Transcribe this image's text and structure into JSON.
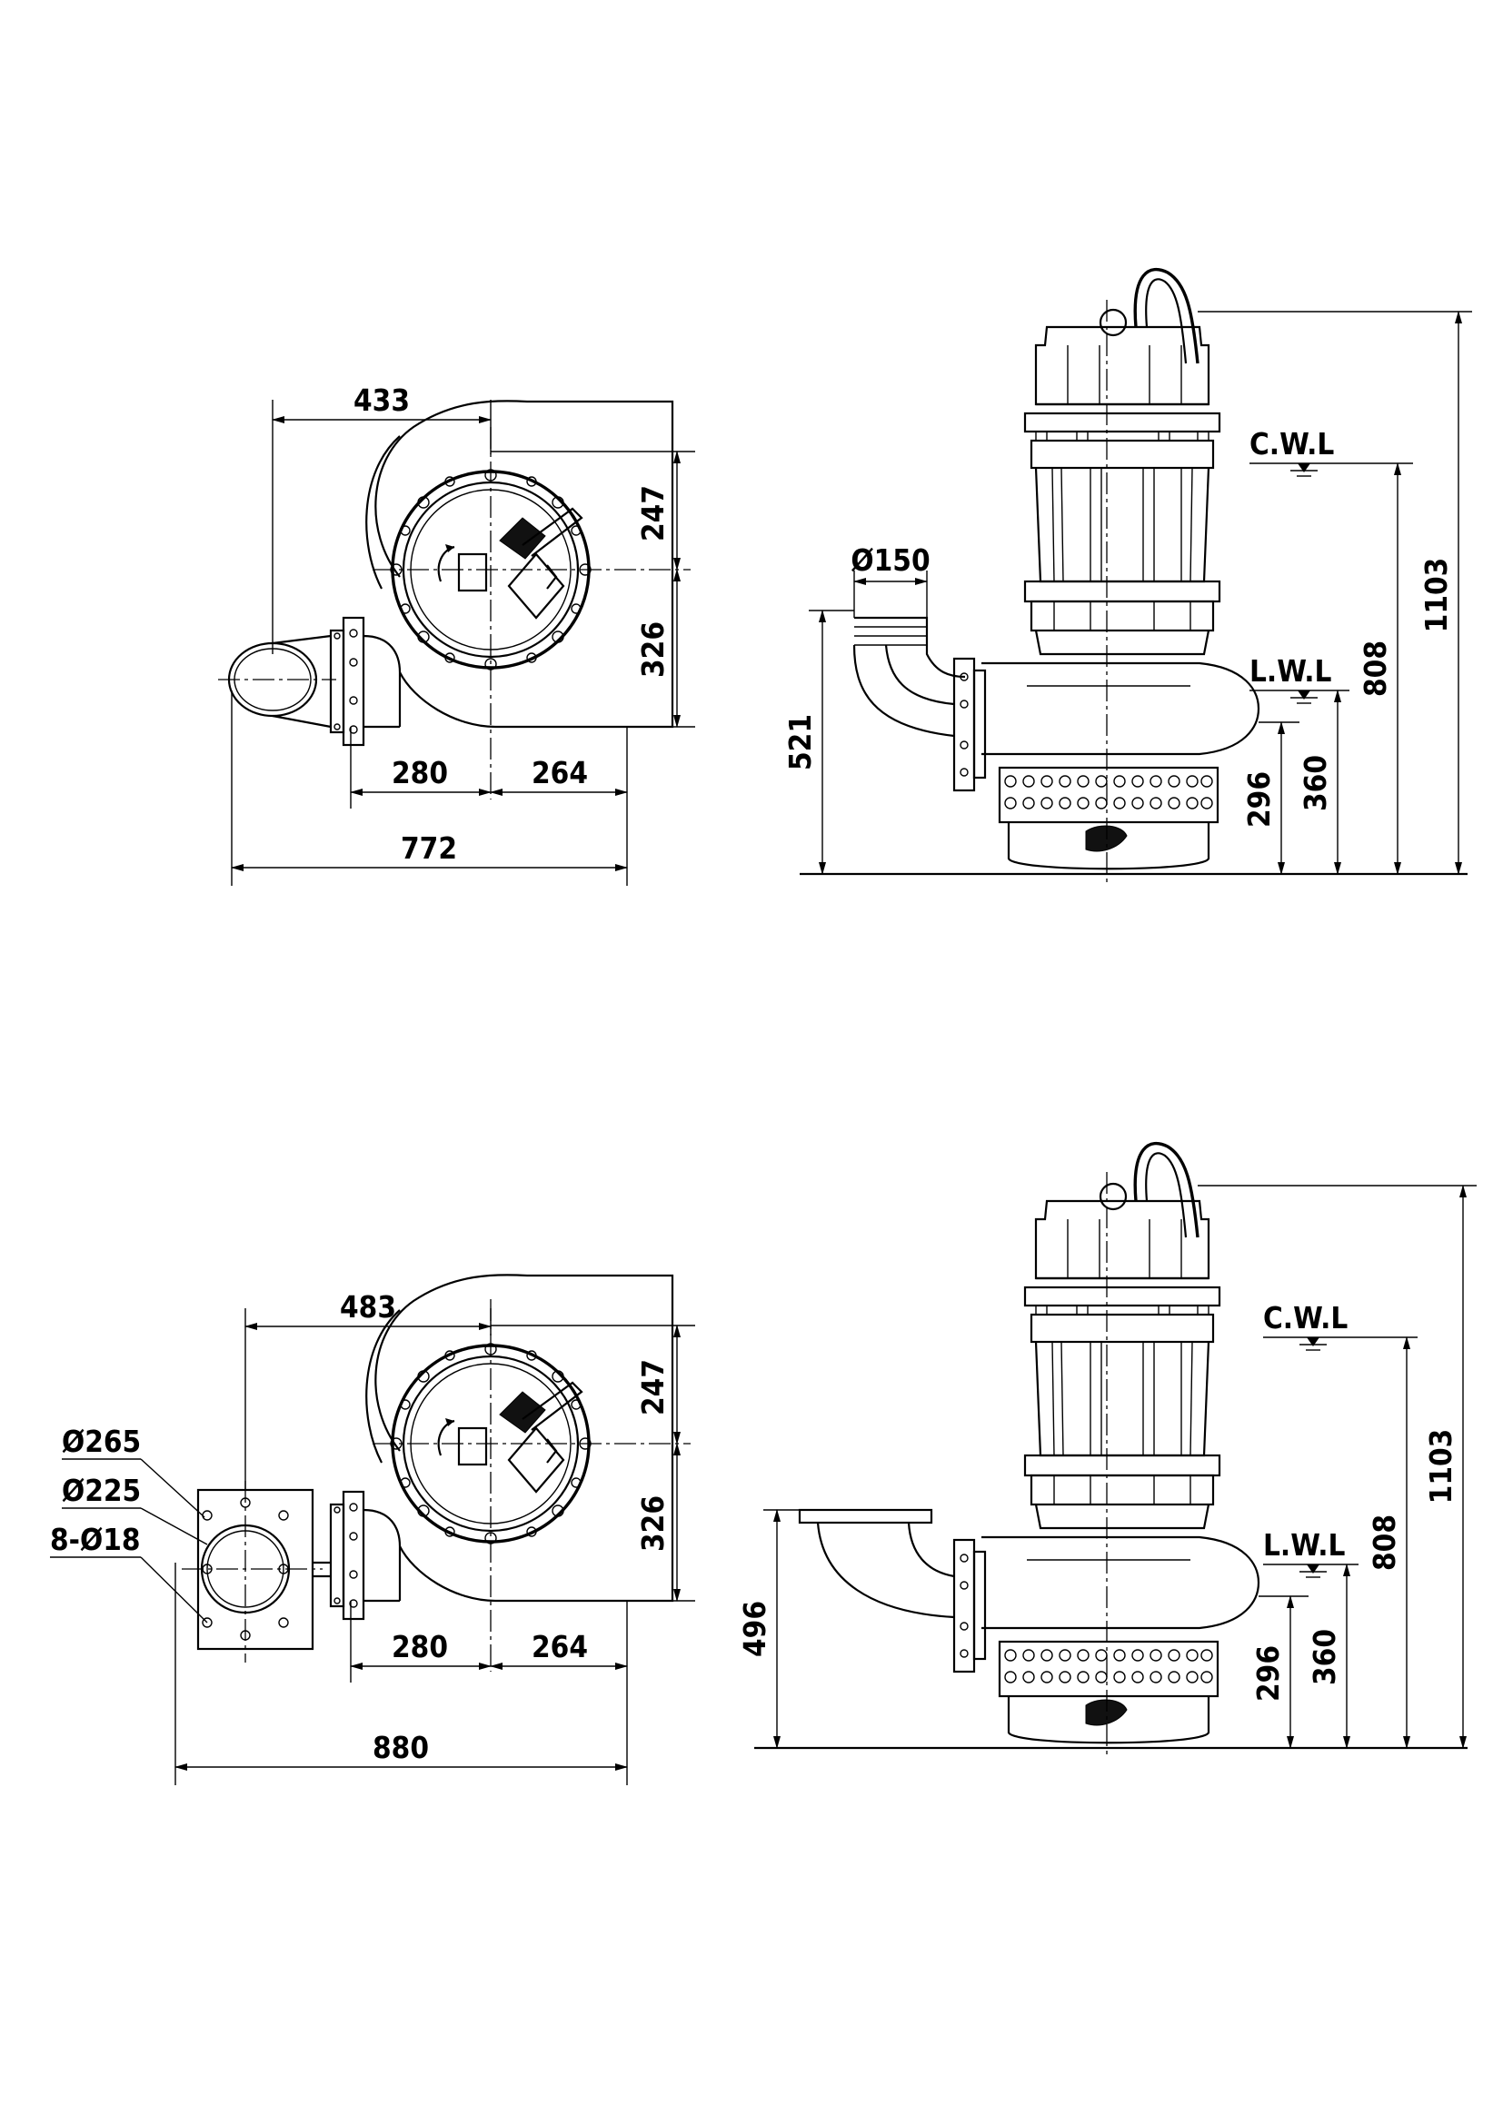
{
  "views": {
    "top_plan_1": {
      "dims": {
        "width_433": "433",
        "height_247": "247",
        "height_326": "326",
        "len_280": "280",
        "len_264": "264",
        "total_772": "772"
      }
    },
    "side_elevation_1": {
      "dims": {
        "outlet_dia": "Ø150",
        "height_521": "521",
        "height_296": "296",
        "height_360": "360",
        "height_808": "808",
        "height_1103": "1103"
      },
      "labels": {
        "cwl": "C.W.L",
        "lwl": "L.W.L"
      }
    },
    "top_plan_2": {
      "dims": {
        "width_483": "483",
        "height_247": "247",
        "height_326": "326",
        "len_280": "280",
        "len_264": "264",
        "total_880": "880"
      },
      "flange_callouts": {
        "outer_dia": "Ø265",
        "bolt_circle": "Ø225",
        "holes": "8-Ø18"
      }
    },
    "side_elevation_2": {
      "dims": {
        "height_496": "496",
        "height_296": "296",
        "height_360": "360",
        "height_808": "808",
        "height_1103": "1103"
      },
      "labels": {
        "cwl": "C.W.L",
        "lwl": "L.W.L"
      }
    }
  }
}
